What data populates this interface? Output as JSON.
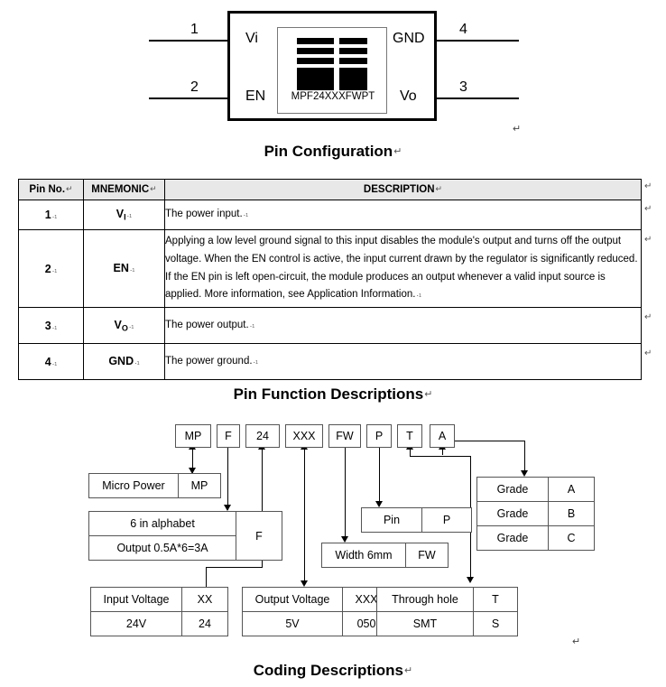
{
  "pin_configuration": {
    "caption": "Pin Configuration",
    "caption_mark": "↵",
    "part_number": "MPF24XXXFWPT",
    "pins": [
      {
        "number": "1",
        "label": "Vi",
        "side": "left"
      },
      {
        "number": "2",
        "label": "EN",
        "side": "left"
      },
      {
        "number": "3",
        "label": "Vo",
        "side": "right"
      },
      {
        "number": "4",
        "label": "GND",
        "side": "right"
      }
    ],
    "trailing_mark": "↵"
  },
  "pin_function_table": {
    "caption": "Pin Function Descriptions",
    "caption_mark": "↵",
    "headers": [
      {
        "label": "Pin No.",
        "mark": "↵"
      },
      {
        "label": "MNEMONIC",
        "mark": "↵"
      },
      {
        "label": "DESCRIPTION",
        "mark": "↵"
      }
    ],
    "header_bg": "#e8e8e8",
    "rows": [
      {
        "pin": "1",
        "pin_mark": ".₁",
        "mnemonic_base": "V",
        "mnemonic_sub": "I",
        "mnemonic_mark": ".₁",
        "description": "The power input.",
        "description_mark": ".₁"
      },
      {
        "pin": "2",
        "pin_mark": ".₁",
        "mnemonic_base": "EN",
        "mnemonic_sub": "",
        "mnemonic_mark": ".₁",
        "description": "Applying a low level ground signal to this input disables the module's output and turns off the output voltage. When the EN control is active, the input current drawn by the regulator is significantly reduced. If the EN pin is left open-circuit, the module produces an output whenever a valid input source is applied. More information, see Application Information.",
        "description_mark": ".₁"
      },
      {
        "pin": "3",
        "pin_mark": ".₁",
        "mnemonic_base": "V",
        "mnemonic_sub": "O",
        "mnemonic_mark": ".₁",
        "description": "The power output.",
        "description_mark": ".₁"
      },
      {
        "pin": "4",
        "pin_mark": ".₁",
        "mnemonic_base": "GND",
        "mnemonic_sub": "",
        "mnemonic_mark": ".₁",
        "description": "The power ground.",
        "description_mark": ".₁"
      }
    ],
    "margin_marks": [
      "↵",
      "↵",
      "↵",
      "↵",
      "↵"
    ]
  },
  "coding_descriptions": {
    "caption": "Coding Descriptions",
    "caption_mark": "↵",
    "trailing_mark": "↵",
    "code_fields": [
      {
        "code": "MP",
        "name": "micro-power"
      },
      {
        "code": "F",
        "name": "series"
      },
      {
        "code": "24",
        "name": "input-voltage"
      },
      {
        "code": "XXX",
        "name": "output-voltage"
      },
      {
        "code": "FW",
        "name": "width"
      },
      {
        "code": "P",
        "name": "pin"
      },
      {
        "code": "T",
        "name": "mounting"
      },
      {
        "code": "A",
        "name": "grade"
      }
    ],
    "legend": {
      "micro_power": {
        "label": "Micro Power",
        "code": "MP"
      },
      "series": {
        "label_top": "6 in alphabet",
        "label_bottom": "Output 0.5A*6=3A",
        "code": "F"
      },
      "input_voltage": {
        "header_label": "Input Voltage",
        "header_code": "XX",
        "value_label": "24V",
        "value_code": "24"
      },
      "output_voltage": {
        "header_label": "Output Voltage",
        "header_code": "XXX",
        "value_label": "5V",
        "value_code": "050"
      },
      "width": {
        "label": "Width 6mm",
        "code": "FW"
      },
      "pin": {
        "label": "Pin",
        "code": "P"
      },
      "mounting": {
        "row1_label": "Through hole",
        "row1_code": "T",
        "row2_label": "SMT",
        "row2_code": "S"
      },
      "grade": {
        "rows": [
          {
            "label": "Grade",
            "code": "A"
          },
          {
            "label": "Grade",
            "code": "B"
          },
          {
            "label": "Grade",
            "code": "C"
          }
        ]
      }
    }
  }
}
